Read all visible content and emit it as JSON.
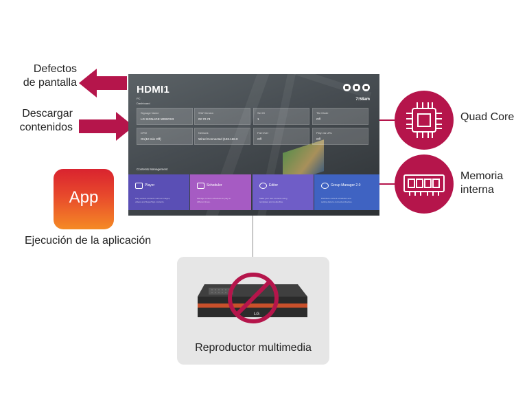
{
  "left_features": {
    "display_defects": [
      "Defectos",
      "de pantalla"
    ],
    "download_content": [
      "Descargar",
      "contenidos"
    ],
    "app_icon_text": "App",
    "app_execution": "Ejecución de la aplicación"
  },
  "right_features": {
    "quad_core": "Quad Core",
    "internal_memory": [
      "Memoria",
      "interna"
    ]
  },
  "media_player": {
    "label": "Reproductor multimedia",
    "brand": "LG"
  },
  "screen": {
    "title": "HDMI1",
    "subtitle": "PC",
    "section": "Dashboard",
    "time": "7:58am",
    "tiles": [
      {
        "key": "Signage Name",
        "value": "LG SIGNAGE WEBOS3"
      },
      {
        "key": "S/W Version",
        "value": "02.72.74"
      },
      {
        "key": "Set ID",
        "value": "1"
      },
      {
        "key": "Tile Mode",
        "value": "Off"
      },
      {
        "key": "DPM",
        "value": "On(10 min Off)"
      },
      {
        "key": "Network",
        "value": "Wired Connected (192.168.0"
      },
      {
        "key": "Fail Over",
        "value": "Off"
      },
      {
        "key": "Play via URL",
        "value": "Off"
      }
    ],
    "content_management_label": "Contents Management",
    "cards": [
      {
        "title": "Player",
        "desc1": "Play various contents such as images,",
        "desc2": "videos and SuperSign contents.",
        "color": "#5a4fb5"
      },
      {
        "title": "Scheduler",
        "desc1": "Manage content schedules to play at",
        "desc2": "different times.",
        "color": "#a65bc3"
      },
      {
        "title": "Editor",
        "desc1": "Make your own contents using",
        "desc2": "templates and media files.",
        "color": "#6f5dc7"
      },
      {
        "title": "Group Manager 2.0",
        "desc1": "Distribute content schedules and",
        "desc2": "setting data to connected devices.",
        "color": "#3f63c2"
      }
    ]
  },
  "colors": {
    "accent": "#b5154b",
    "app_gradient_top": "#d9232f",
    "app_gradient_bottom": "#f58a25",
    "player_box_bg": "#e6e6e6"
  }
}
